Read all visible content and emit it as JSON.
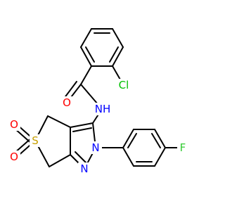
{
  "molecule": {
    "atoms": {
      "O_amide": {
        "symbol": "O",
        "color": "#ff0000"
      },
      "N_amide": {
        "symbol": "NH",
        "color": "#0000ff"
      },
      "Cl": {
        "symbol": "Cl",
        "color": "#00c000"
      },
      "S": {
        "symbol": "S",
        "color": "#c8a000"
      },
      "O_s1": {
        "symbol": "O",
        "color": "#ff0000"
      },
      "O_s2": {
        "symbol": "O",
        "color": "#ff0000"
      },
      "N_2": {
        "symbol": "N",
        "color": "#0000ff"
      },
      "N_1": {
        "symbol": "N",
        "color": "#0000ff"
      },
      "F": {
        "symbol": "F",
        "color": "#33cc33"
      }
    },
    "bond_color": "#000000"
  }
}
